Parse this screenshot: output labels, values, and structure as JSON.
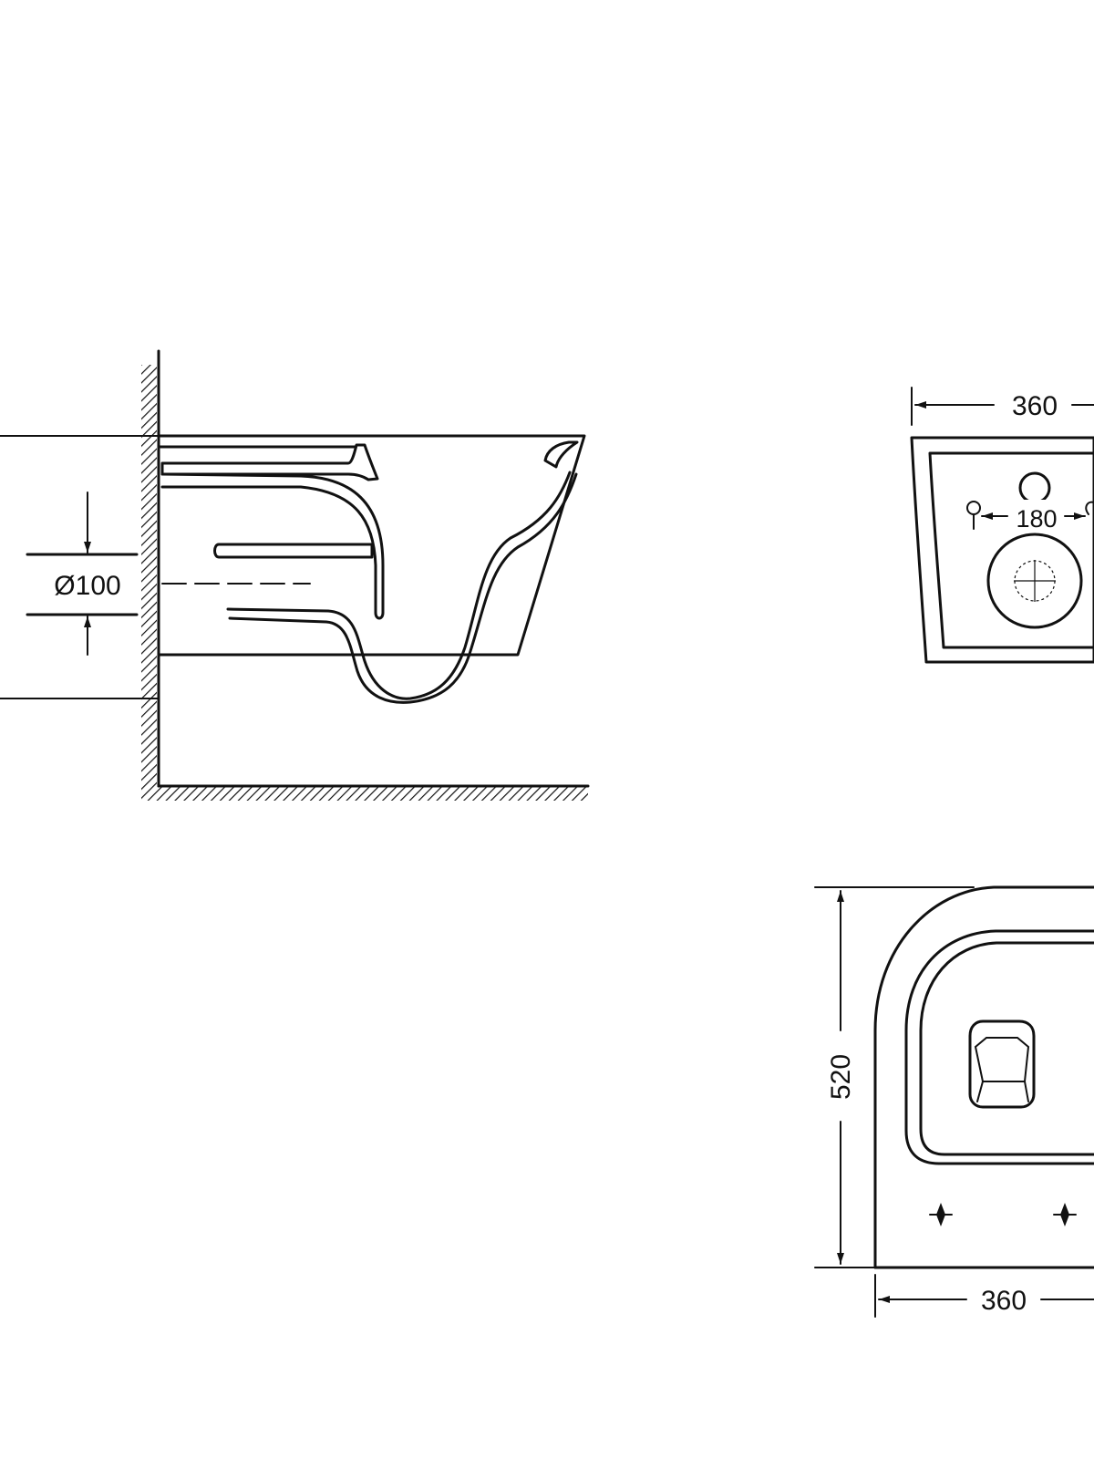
{
  "side_view": {
    "pipe_diameter": "Ø100"
  },
  "back_view": {
    "width": "360",
    "bolt_spacing": "180"
  },
  "top_view": {
    "length": "520",
    "width": "360"
  }
}
